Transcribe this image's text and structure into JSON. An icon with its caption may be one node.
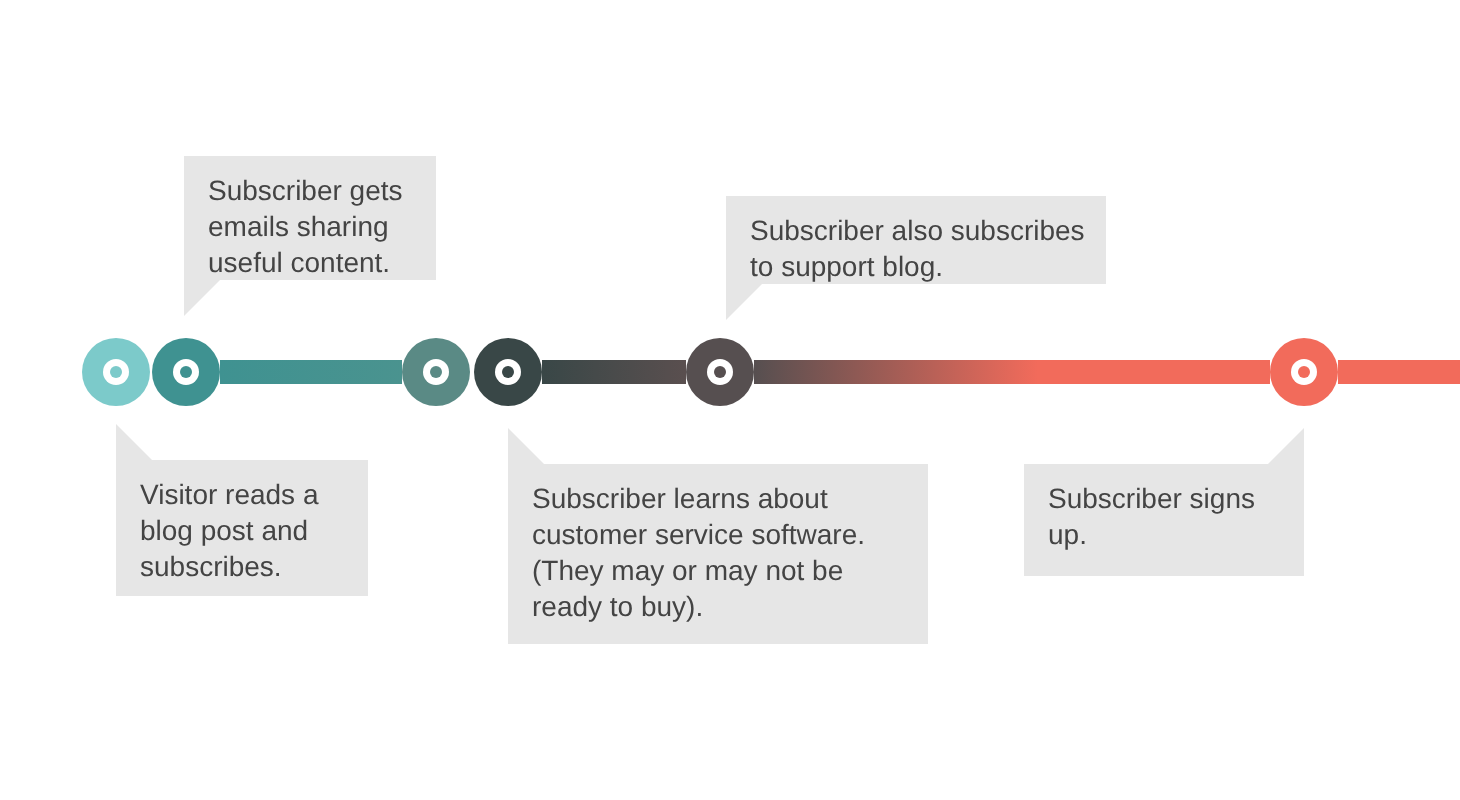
{
  "diagram": {
    "nodes": [
      {
        "text": [
          "Subscriber gets emails sharing useful content."
        ]
      },
      {
        "text": [
          "Subscriber also subscribes to support blog."
        ]
      },
      {
        "text": [],
        "shape": "circle"
      },
      {
        "text": [],
        "shape": "circle"
      },
      {
        "text": [],
        "shape": "circle"
      },
      {
        "text": [],
        "shape": "circle"
      },
      {
        "text": [],
        "shape": "circle"
      },
      {
        "text": [],
        "shape": "circle"
      },
      {
        "text": [
          "Visitor reads a blog post and subscribes."
        ]
      },
      {
        "text": [
          "Subscriber learns about customer service software. (They may or may not be ready to buy)."
        ]
      },
      {
        "text": [
          "Subscriber signs up."
        ]
      }
    ],
    "edges": [
      {
        "from": 3,
        "to": 4,
        "arrow": "none",
        "color": "#4a938f"
      },
      {
        "from": 5,
        "to": 6,
        "arrow": "none",
        "color": "#5a4f4f"
      },
      {
        "from": 6,
        "to": 7,
        "arrow": "none",
        "color": "#f26b5b"
      },
      {
        "from": 7,
        "to": null,
        "arrow": "none",
        "color": "#f26b5b"
      }
    ]
  }
}
